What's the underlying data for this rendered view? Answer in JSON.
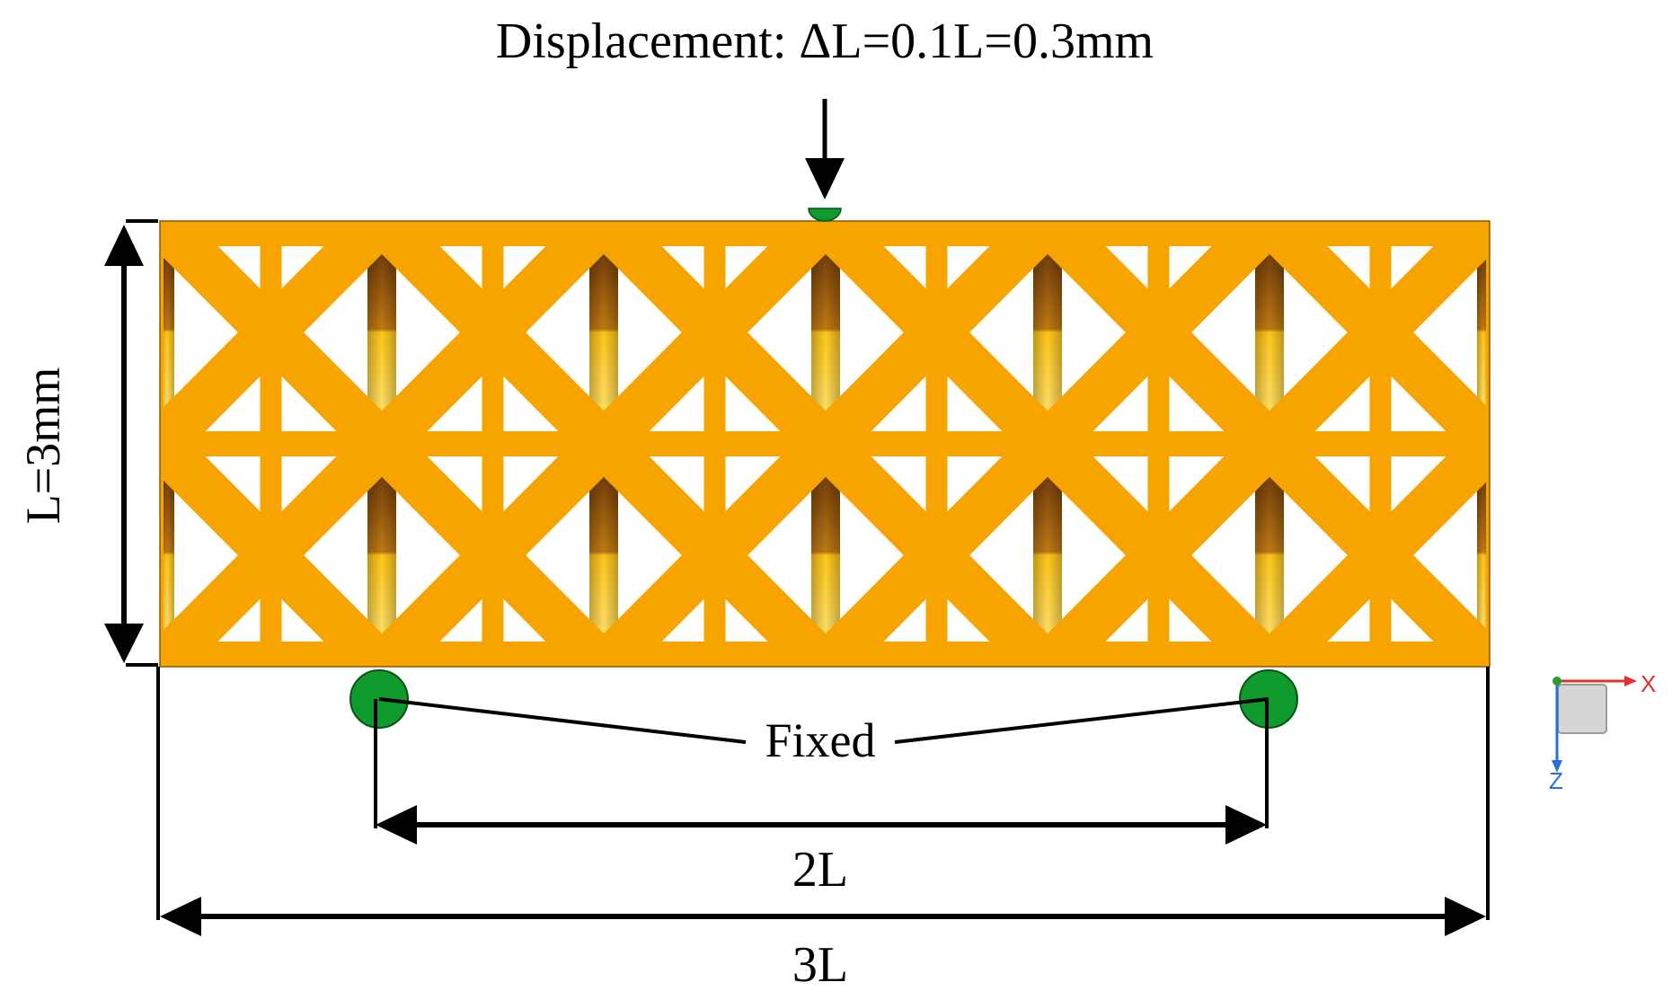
{
  "labels": {
    "displacement": "Displacement: ΔL=0.1L=0.3mm",
    "height": "L=3mm",
    "fixed": "Fixed",
    "support_span": "2L",
    "total_span": "3L"
  },
  "axis_triad": {
    "x_label": "X",
    "z_label": "Z",
    "x_color": "#e03030",
    "z_color": "#2a6fd6",
    "y_color": "#2aa02a"
  },
  "colors": {
    "lattice": "#f7a400",
    "strut_dark": "#9a5a0e",
    "strut_light": "#ffd23a",
    "support": "#0f9a2c",
    "line": "#000000"
  },
  "icons": {
    "load_arrow": "down-arrow-icon",
    "supports": "support-circle-icon",
    "triad": "axis-triad-icon"
  }
}
